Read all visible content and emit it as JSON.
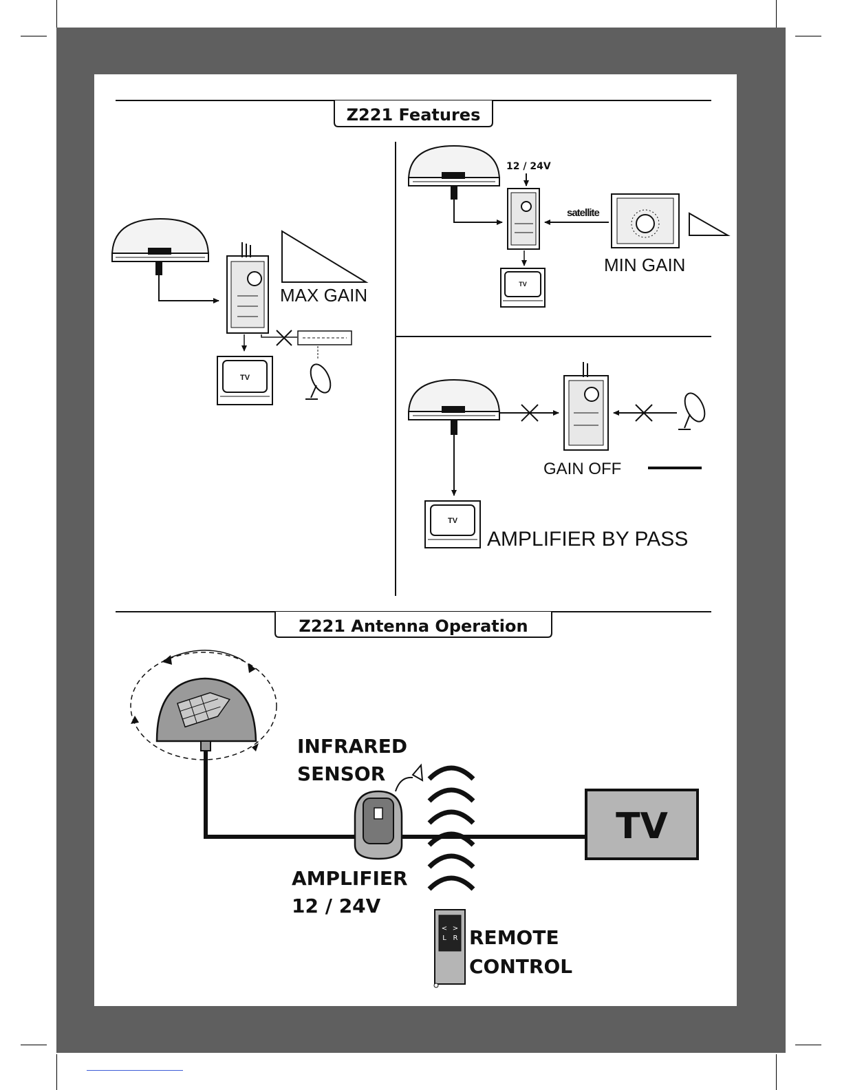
{
  "sections": {
    "features_title": "Z221 Features",
    "operation_title": "Z221 Antenna Operation"
  },
  "features": {
    "max_gain_label": "MAX GAIN",
    "voltage_label": "12 / 24V",
    "satellite_label": "satellite",
    "min_gain_label": "MIN GAIN",
    "gain_off_label": "GAIN OFF",
    "bypass_label": "AMPLIFIER BY PASS",
    "tv_label": "TV"
  },
  "operation": {
    "sensor_line1": "INFRARED",
    "sensor_line2": "SENSOR",
    "amp_line1": "AMPLIFIER",
    "amp_line2": "12 / 24V",
    "remote_line1": "REMOTE",
    "remote_line2": "CONTROL",
    "tv_label": "TV",
    "remote_keys": [
      "<",
      ">",
      "L",
      "R"
    ]
  },
  "colors": {
    "frame": "#5f5f5f",
    "ink": "#111111",
    "fill_gray": "#9a9a9a",
    "tv_gray": "#b5b5b5"
  },
  "icons": [
    "antenna-dome-icon",
    "amplifier-icon",
    "tv-icon",
    "satellite-dish-icon",
    "receiver-icon",
    "remote-icon",
    "infrared-wave-icon"
  ]
}
